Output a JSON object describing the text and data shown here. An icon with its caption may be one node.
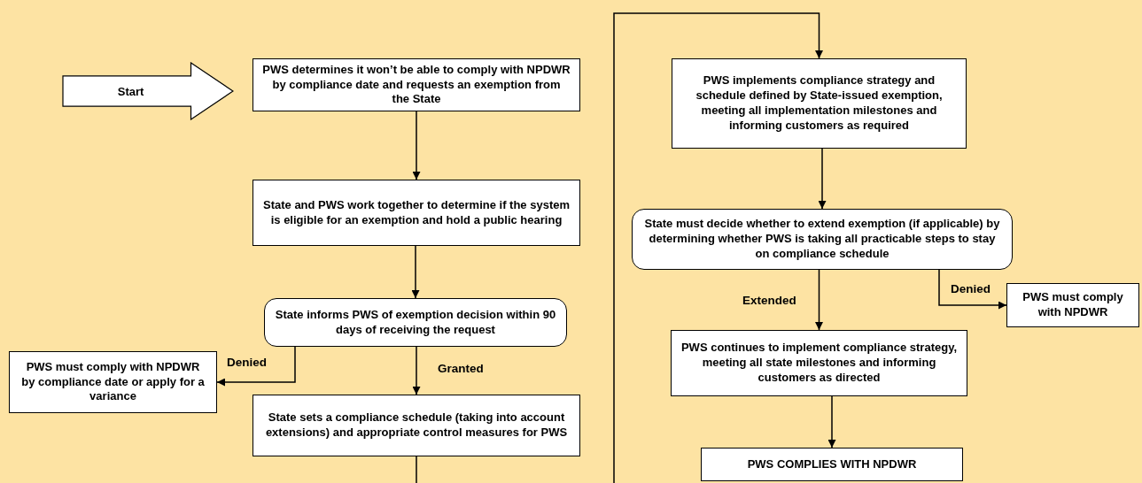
{
  "diagram": {
    "nodes": [
      {
        "text": [
          "Start"
        ]
      },
      {
        "text": [
          "PWS determines it won’t be able to comply with NPDWR by compliance date and requests an exemption from the State"
        ]
      },
      {
        "text": [
          "State and PWS work together to determine if the system is eligible for an exemption and hold a public hearing"
        ]
      },
      {
        "text": [
          "State informs PWS of exemption decision within 90 days of receiving the request"
        ]
      },
      {
        "text": [
          "PWS must comply with NPDWR by compliance date or apply for a variance"
        ]
      },
      {
        "text": [
          "State sets a compliance schedule (taking into account extensions) and appropriate control measures for PWS"
        ]
      },
      {
        "text": [
          "PWS implements compliance strategy and schedule defined by State-issued exemption, meeting all implementation milestones and informing customers as required"
        ]
      },
      {
        "text": [
          "State must decide whether to extend exemption (if applicable) by determining whether PWS is taking all practicable steps to stay on compliance schedule"
        ]
      },
      {
        "text": [
          "PWS must comply with NPDWR"
        ]
      },
      {
        "text": [
          "PWS continues to implement compliance strategy, meeting all state milestones and informing customers as directed"
        ]
      },
      {
        "text": [
          "PWS COMPLIES WITH NPDWR"
        ]
      }
    ],
    "edges": [
      {
        "from": 1,
        "to": 2,
        "arrow": "to"
      },
      {
        "from": 2,
        "to": 3,
        "arrow": "to"
      },
      {
        "from": 3,
        "to": 4,
        "arrow": "to",
        "label": "Denied"
      },
      {
        "from": 3,
        "to": 5,
        "arrow": "to",
        "label": "Granted"
      },
      {
        "from": 5,
        "to": 6,
        "arrow": "to"
      },
      {
        "from": 6,
        "to": 7,
        "arrow": "to"
      },
      {
        "from": 7,
        "to": 9,
        "arrow": "to",
        "label": "Extended"
      },
      {
        "from": 7,
        "to": 8,
        "arrow": "to",
        "label": "Denied"
      },
      {
        "from": 9,
        "to": 10,
        "arrow": "to"
      }
    ]
  }
}
